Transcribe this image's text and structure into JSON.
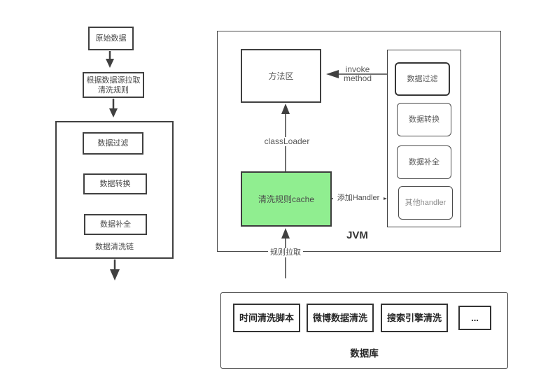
{
  "left_flow": {
    "box1": "原始数据",
    "box2": "根据数据源拉取清洗规则",
    "chain": {
      "items": [
        "数据过滤",
        "数据转换",
        "数据补全"
      ],
      "label": "数据清洗链"
    }
  },
  "jvm": {
    "label": "JVM",
    "method_area": "方法区",
    "cache": "清洗规则cache",
    "handlers": [
      "数据过滤",
      "数据转换",
      "数据补全",
      "其他handler"
    ],
    "edge_labels": {
      "invoke": "invoke method",
      "classloader": "classLoader",
      "add_handler": "添加Handler",
      "rule_pull": "规则拉取"
    }
  },
  "database": {
    "scripts": [
      "时间清洗脚本",
      "微博数据清洗",
      "搜索引擎清洗",
      "..."
    ],
    "label": "数据库"
  },
  "colors": {
    "cache_fill": "#90ee90",
    "line": "#404040"
  }
}
